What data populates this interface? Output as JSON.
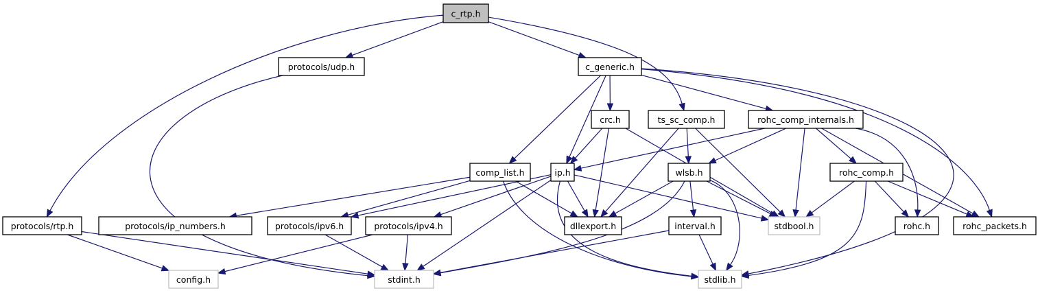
{
  "title": "c_rtp.h include dependency graph",
  "colors": {
    "edge": "#191970",
    "root_fill": "#bfbfbf",
    "node_border": "#000000",
    "external_border": "#bfbfbf"
  },
  "nodes": [
    {
      "id": "c_rtp",
      "label": "c_rtp.h",
      "kind": "root"
    },
    {
      "id": "udp",
      "label": "protocols/udp.h",
      "kind": "doc"
    },
    {
      "id": "c_generic",
      "label": "c_generic.h",
      "kind": "doc"
    },
    {
      "id": "crc",
      "label": "crc.h",
      "kind": "doc"
    },
    {
      "id": "ts_sc_comp",
      "label": "ts_sc_comp.h",
      "kind": "doc"
    },
    {
      "id": "rci",
      "label": "rohc_comp_internals.h",
      "kind": "doc"
    },
    {
      "id": "comp_list",
      "label": "comp_list.h",
      "kind": "doc"
    },
    {
      "id": "ip",
      "label": "ip.h",
      "kind": "doc"
    },
    {
      "id": "wlsb",
      "label": "wlsb.h",
      "kind": "doc"
    },
    {
      "id": "rohc_comp",
      "label": "rohc_comp.h",
      "kind": "doc"
    },
    {
      "id": "rtp",
      "label": "protocols/rtp.h",
      "kind": "doc"
    },
    {
      "id": "ip_numbers",
      "label": "protocols/ip_numbers.h",
      "kind": "doc"
    },
    {
      "id": "ipv6",
      "label": "protocols/ipv6.h",
      "kind": "doc"
    },
    {
      "id": "ipv4",
      "label": "protocols/ipv4.h",
      "kind": "doc"
    },
    {
      "id": "dllexport",
      "label": "dllexport.h",
      "kind": "doc"
    },
    {
      "id": "interval",
      "label": "interval.h",
      "kind": "doc"
    },
    {
      "id": "stdbool",
      "label": "stdbool.h",
      "kind": "ext"
    },
    {
      "id": "rohc",
      "label": "rohc.h",
      "kind": "doc"
    },
    {
      "id": "rohc_packets",
      "label": "rohc_packets.h",
      "kind": "doc"
    },
    {
      "id": "config",
      "label": "config.h",
      "kind": "ext"
    },
    {
      "id": "stdint",
      "label": "stdint.h",
      "kind": "ext"
    },
    {
      "id": "stdlib",
      "label": "stdlib.h",
      "kind": "ext"
    }
  ],
  "edges": [
    [
      "c_rtp",
      "udp"
    ],
    [
      "c_rtp",
      "c_generic"
    ],
    [
      "c_rtp",
      "ts_sc_comp"
    ],
    [
      "c_rtp",
      "rtp"
    ],
    [
      "udp",
      "stdint"
    ],
    [
      "c_generic",
      "crc"
    ],
    [
      "c_generic",
      "rci"
    ],
    [
      "c_generic",
      "comp_list"
    ],
    [
      "c_generic",
      "ip"
    ],
    [
      "c_generic",
      "rohc_packets"
    ],
    [
      "c_generic",
      "stdlib"
    ],
    [
      "crc",
      "ip"
    ],
    [
      "crc",
      "dllexport"
    ],
    [
      "crc",
      "stdbool"
    ],
    [
      "ts_sc_comp",
      "wlsb"
    ],
    [
      "ts_sc_comp",
      "dllexport"
    ],
    [
      "ts_sc_comp",
      "stdbool"
    ],
    [
      "rci",
      "ip"
    ],
    [
      "rci",
      "wlsb"
    ],
    [
      "rci",
      "rohc_comp"
    ],
    [
      "rci",
      "stdbool"
    ],
    [
      "rci",
      "rohc"
    ],
    [
      "rci",
      "rohc_packets"
    ],
    [
      "comp_list",
      "ip_numbers"
    ],
    [
      "comp_list",
      "ipv6"
    ],
    [
      "comp_list",
      "dllexport"
    ],
    [
      "comp_list",
      "stdlib"
    ],
    [
      "ip",
      "ipv6"
    ],
    [
      "ip",
      "ipv4"
    ],
    [
      "ip",
      "dllexport"
    ],
    [
      "ip",
      "stdbool"
    ],
    [
      "ip",
      "stdint"
    ],
    [
      "ip",
      "stdlib"
    ],
    [
      "wlsb",
      "dllexport"
    ],
    [
      "wlsb",
      "interval"
    ],
    [
      "wlsb",
      "stdbool"
    ],
    [
      "wlsb",
      "stdint"
    ],
    [
      "wlsb",
      "stdlib"
    ],
    [
      "rohc_comp",
      "stdbool"
    ],
    [
      "rohc_comp",
      "rohc"
    ],
    [
      "rohc_comp",
      "rohc_packets"
    ],
    [
      "rohc_comp",
      "stdlib"
    ],
    [
      "rtp",
      "config"
    ],
    [
      "rtp",
      "stdint"
    ],
    [
      "ipv6",
      "stdint"
    ],
    [
      "ipv4",
      "config"
    ],
    [
      "ipv4",
      "stdint"
    ],
    [
      "interval",
      "stdint"
    ],
    [
      "interval",
      "stdlib"
    ]
  ]
}
